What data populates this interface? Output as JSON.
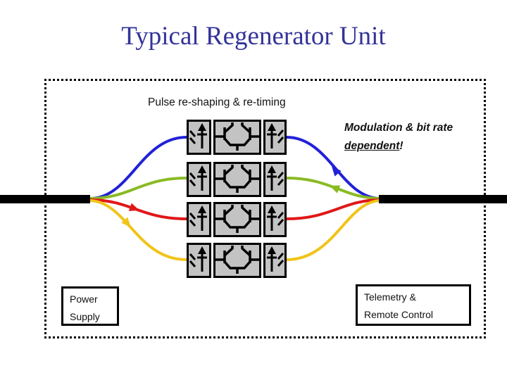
{
  "slide": {
    "title": "Typical Regenerator Unit",
    "title_color": "#333399",
    "background": "#ffffff"
  },
  "diagram": {
    "pulse_label": "Pulse re-shaping & re-timing",
    "modulation_note": {
      "line1": "Modulation & bit rate",
      "underlined": "dependent",
      "suffix": "!"
    },
    "power_supply": {
      "line1": "Power",
      "line2": "Supply"
    },
    "telemetry": {
      "line1": "Telemetry &",
      "line2": "Remote Control"
    },
    "fiber_color": "#000000",
    "channels": [
      {
        "name": "channel-1",
        "color": "#2121d8",
        "arrow_side": "right"
      },
      {
        "name": "channel-2",
        "color": "#8abb25",
        "arrow_side": "right"
      },
      {
        "name": "channel-3",
        "color": "#e01818",
        "arrow_side": "left"
      },
      {
        "name": "channel-4",
        "color": "#f0c419",
        "arrow_side": "left"
      }
    ],
    "regenerator_units": 4,
    "icons": {
      "receiver": "photodiode-icon",
      "decision": "decision-circuit-icon",
      "transmitter": "laser-diode-icon"
    },
    "box_fill": "#c3c3c3"
  }
}
